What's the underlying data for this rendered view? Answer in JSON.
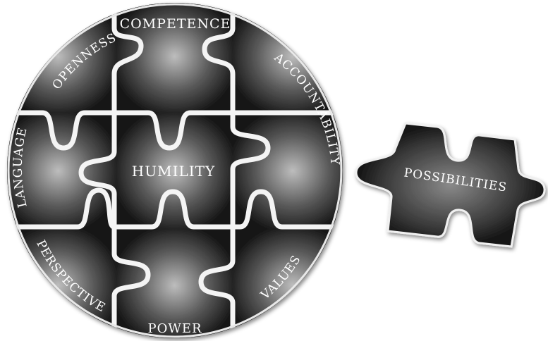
{
  "labels": {
    "competence": "COMPETENCE",
    "openness": "OPENNESS",
    "accountability": "ACCOUNTABILITY",
    "language": "LANGUAGE",
    "humility": "HUMILITY",
    "perspective": "PERSPECTIVE",
    "power": "POWER",
    "values": "VALUES",
    "possibilities": "POSSIBILITIES"
  },
  "colors": {
    "piece_dark": "#1c1c1c",
    "piece_light": "#bdbdbd",
    "seam": "#f4f4f4",
    "label": "#ffffff"
  }
}
